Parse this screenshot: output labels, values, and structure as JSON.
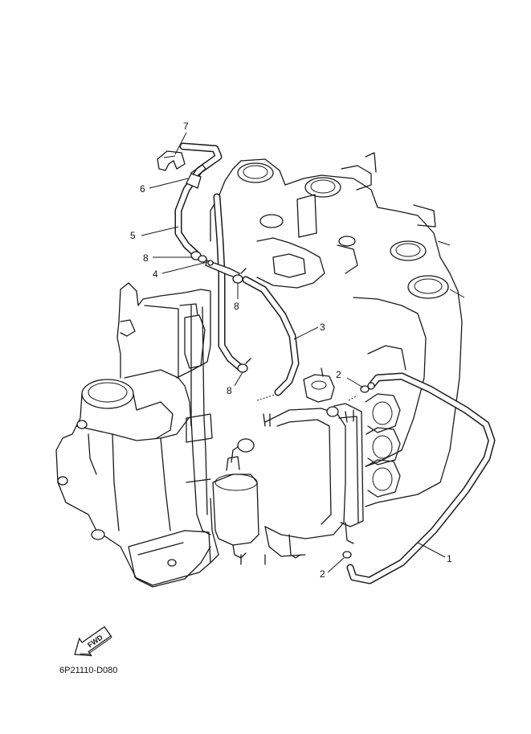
{
  "diagram": {
    "callouts": [
      "1",
      "2",
      "2",
      "3",
      "4",
      "5",
      "6",
      "7",
      "8",
      "8",
      "8"
    ],
    "fwd_label": "FWD",
    "part_code": "6P21110-D080"
  },
  "colors": {
    "line": "#1a1a1a",
    "background": "#ffffff"
  },
  "icons": {
    "forward_arrow": "fwd-arrow-icon"
  }
}
